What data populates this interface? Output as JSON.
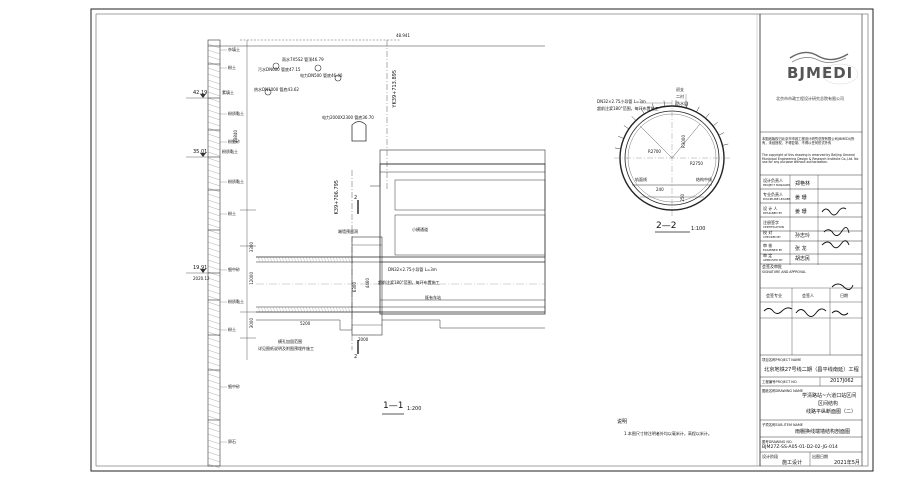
{
  "company": {
    "logo_text": "BJMEDI",
    "name": "北京市市政工程设计研究总院有限公司",
    "notice_cn": "本图纸版权归北京市市政工程设计研究总院有限公司(BMEDI)所有，未经授权，不得复制、不得以任何形式外传",
    "notice_en": "The copyright of this drawing is reserved by Beijing General Municipal Engineering Design & Research Institute Co.,Ltd. No use for any purpose without authorization."
  },
  "title_block": {
    "designer_role": "设计负责人",
    "designer_role_en": "PROJECT MANAGER",
    "designer_name": "郑艳林",
    "prof_head": "专业负责人",
    "prof_head_en": "DISCIPLINE LEADER",
    "prof_head_name": "姜 珊",
    "design_by": "设 计 人",
    "design_by_en": "DESIGNED BY",
    "design_by_name": "姜 珊",
    "cert": "注册签字",
    "cert_en": "CERTIFICATION",
    "check": "校 对",
    "check_en": "CHECKED BY",
    "check_name": "孙志玲",
    "review": "审 核",
    "review_en": "EXAMINED BY",
    "review_name": "张 龙",
    "approve": "审 定",
    "approve_en": "APPROVED BY",
    "approve_name": "胡志民",
    "sign_approval": "会签及审批",
    "sign_approval_en": "SIGNATURE AND APPROVAL",
    "sign_cols": [
      "会签专业",
      "会签人",
      "日期"
    ],
    "project_name_label": "项目名称PROJECT NAME",
    "project_name": "北京地铁27号线二期（昌平线南延）工程",
    "project_no_label": "工程编号PROJECT NO.",
    "project_no": "2017J062",
    "drawing_title_label": "图纸名称DRAWING NAME",
    "drawing_title_1": "学清路站~六道口站区间",
    "drawing_title_2": "区间结构",
    "drawing_title_3": "线路平纵断面图（二）",
    "sub_title_label": "子项名称SUB-ITEM NAME",
    "sub_title": "雨棚换线端墙结构剖面图",
    "drawing_no_label": "图号DRAWING NO.",
    "drawing_no": "BJM27Z-SS-A05-01-D2-02-JG-014",
    "stage_label": "设计阶段",
    "stage": "施工设计",
    "date_label": "出图日期",
    "date": "2021年5月"
  },
  "notes": {
    "heading": "说明",
    "item1": "1.本图尺寸除注明者外均以毫米计，高程以米计。"
  },
  "section_1": {
    "label": "1—1",
    "scale": "1:200"
  },
  "section_2": {
    "label": "2—2",
    "scale": "1:100"
  },
  "drawing_1": {
    "top_dim": "48.941",
    "elev_1": "42.19",
    "elev_1_label": "素填土",
    "elev_2": "35.01",
    "elev_2_label": "粉质黏土",
    "elev_3": "19.91",
    "elev_3_label": "2020.12",
    "mileage_1": "YK39+713.895",
    "mileage_2": "K39+706.795",
    "dim_v1": "23840",
    "dim_v2": "3300",
    "dim_v3": "12000",
    "dim_v4": "3000",
    "dim_v5": "6300",
    "dim_v6": "4460",
    "dim_h1": "5200",
    "dim_h2": "2000",
    "pipe_1": "雨水7X5S2 管顶46.79",
    "pipe_2": "污水DN600 管底47.15",
    "pipe_3": "电力DN500 管底46.40",
    "pipe_4": "热水DN1000 管底43.62",
    "pipe_5": "电力2000X2300 管底36.70",
    "grout_note": "DN32×2.75小导管 L=3m",
    "grout_note_2": "超前注浆180°范围，每环布置施工",
    "strata": [
      "杂填土",
      "粉土",
      "粉质黏土",
      "粉细砂",
      "粉质黏土",
      "粉土",
      "细中砂",
      "粉质黏土",
      "粉土",
      "细中砂",
      "卵石"
    ],
    "cross_1": "端墙预留洞",
    "cross_2": "小横通道",
    "cross_3": "既有车站",
    "note_bottom": "横孔加固范围",
    "note_bottom_2": "详见图纸说明及附图预埋件施工",
    "mark_1": "2",
    "mark_2": "2"
  },
  "drawing_2": {
    "label_1": "DN32×2.75小导管 L=3m",
    "label_2": "超前注浆180°范围，每环布置施工",
    "r_1": "R2700",
    "r_2": "R3000",
    "r_3": "R2750",
    "dim_1": "250",
    "dim_2": "240",
    "lbl_a": "初支",
    "lbl_b": "二衬",
    "lbl_c": "防水层",
    "lbl_d": "结构中线",
    "lbl_e": "轨面线"
  }
}
